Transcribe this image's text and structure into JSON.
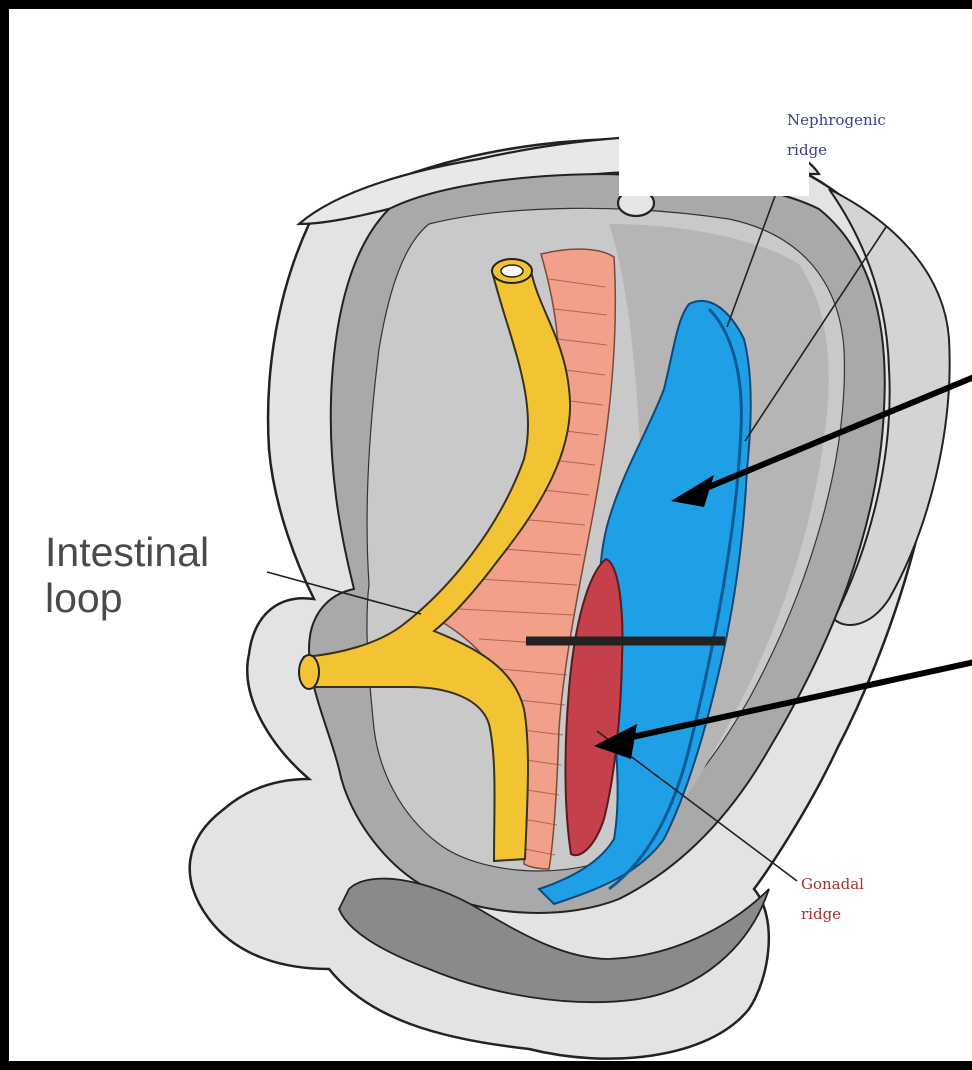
{
  "labels": {
    "intestinal_line1": "Intestinal",
    "intestinal_line2": "loop",
    "nephrogenic_line1": "Nephrogenic",
    "nephrogenic_line2": "ridge",
    "gonadal_line1": "Gonadal",
    "gonadal_line2": "ridge"
  },
  "colors": {
    "intestine": "#f2c433",
    "mesentery": "#f2a08a",
    "nephrogenic_ridge": "#1e9fe6",
    "gonadal_ridge": "#c4404a",
    "body_wall": "#dcdcdc",
    "coelom": "#b3b3b3",
    "nephrogenic_text": "#3b3f8c",
    "gonadal_text": "#a8322f",
    "arrows": "#000000"
  }
}
